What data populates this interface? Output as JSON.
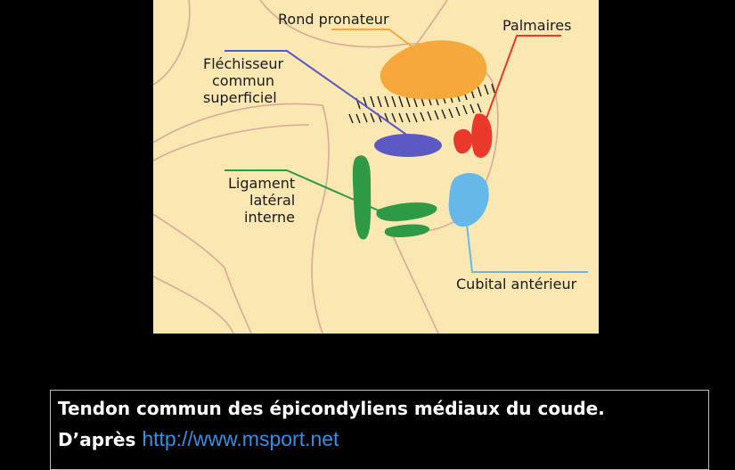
{
  "labels": {
    "rond_pronateur": "Rond pronateur",
    "palmaires": "Palmaires",
    "flechisseur": [
      "Fléchisseur",
      "commun",
      "superficiel"
    ],
    "ligament": [
      "Ligament",
      "latéral",
      "interne"
    ],
    "cubital": "Cubital antérieur"
  },
  "caption": {
    "title": "Tendon commun des épicondyliens médiaux du coude.",
    "source_prefix": "D’après",
    "source_link": "http://www.msport.net"
  },
  "colors": {
    "background": "#000000",
    "figure_bg": "#fbe7b1",
    "outline": "#d9a99a",
    "rond_pronateur": "#f6a93b",
    "palmaires": "#e8392b",
    "flechisseur": "#5c58c4",
    "ligament": "#2e9a46",
    "cubital": "#66b8e8",
    "link": "#3a8dde"
  }
}
